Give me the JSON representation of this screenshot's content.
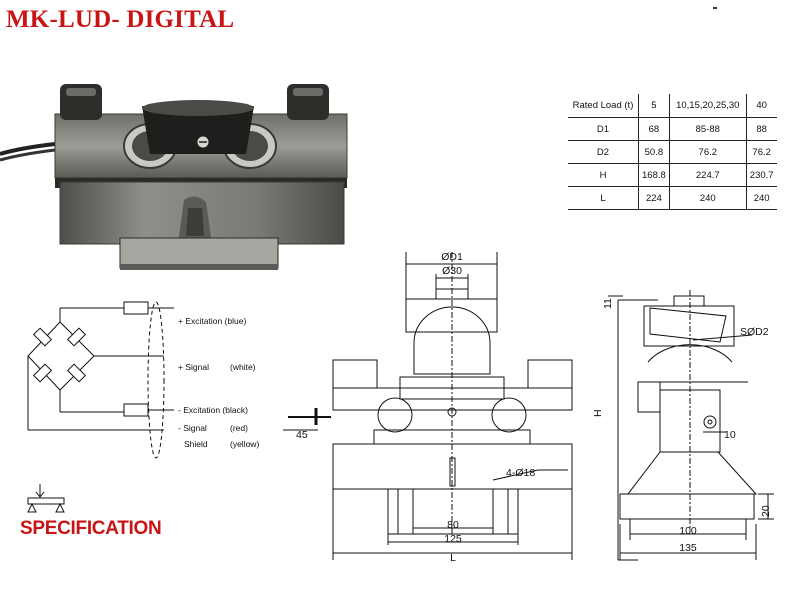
{
  "brand": {
    "title": "MK-LUD- DIGITAL"
  },
  "spec_table": {
    "rows": [
      [
        "Rated Load (t)",
        "5",
        "10,15,20,25,30",
        "40"
      ],
      [
        "D1",
        "68",
        "85-88",
        "88"
      ],
      [
        "D2",
        "50.8",
        "76.2",
        "76.2"
      ],
      [
        "H",
        "168.8",
        "224.7",
        "230.7"
      ],
      [
        "L",
        "224",
        "240",
        "240"
      ]
    ]
  },
  "wiring": {
    "excitation_pos": "+ Excitation (blue)",
    "signal_pos": "+ Signal",
    "signal_pos_color": "(white)",
    "excitation_neg": "- Excitation (black)",
    "signal_neg": "- Signal",
    "signal_neg_color": "(red)",
    "shield": "Shield",
    "shield_color": "(yellow)"
  },
  "spec_label": "SPECIFICATION",
  "front_view": {
    "d1": "ØD1",
    "d30": "Ø30",
    "cable_len": "45",
    "holes": "4-Ø18",
    "w80": "80",
    "w125": "125",
    "L": "L"
  },
  "side_view": {
    "h11": "11",
    "sd2": "SØD2",
    "H": "H",
    "w10": "10",
    "h20": "20",
    "w100": "100",
    "w135": "135"
  },
  "colors": {
    "brand_red": "#c81414",
    "line": "#111111",
    "steel": "#8b8b86"
  }
}
